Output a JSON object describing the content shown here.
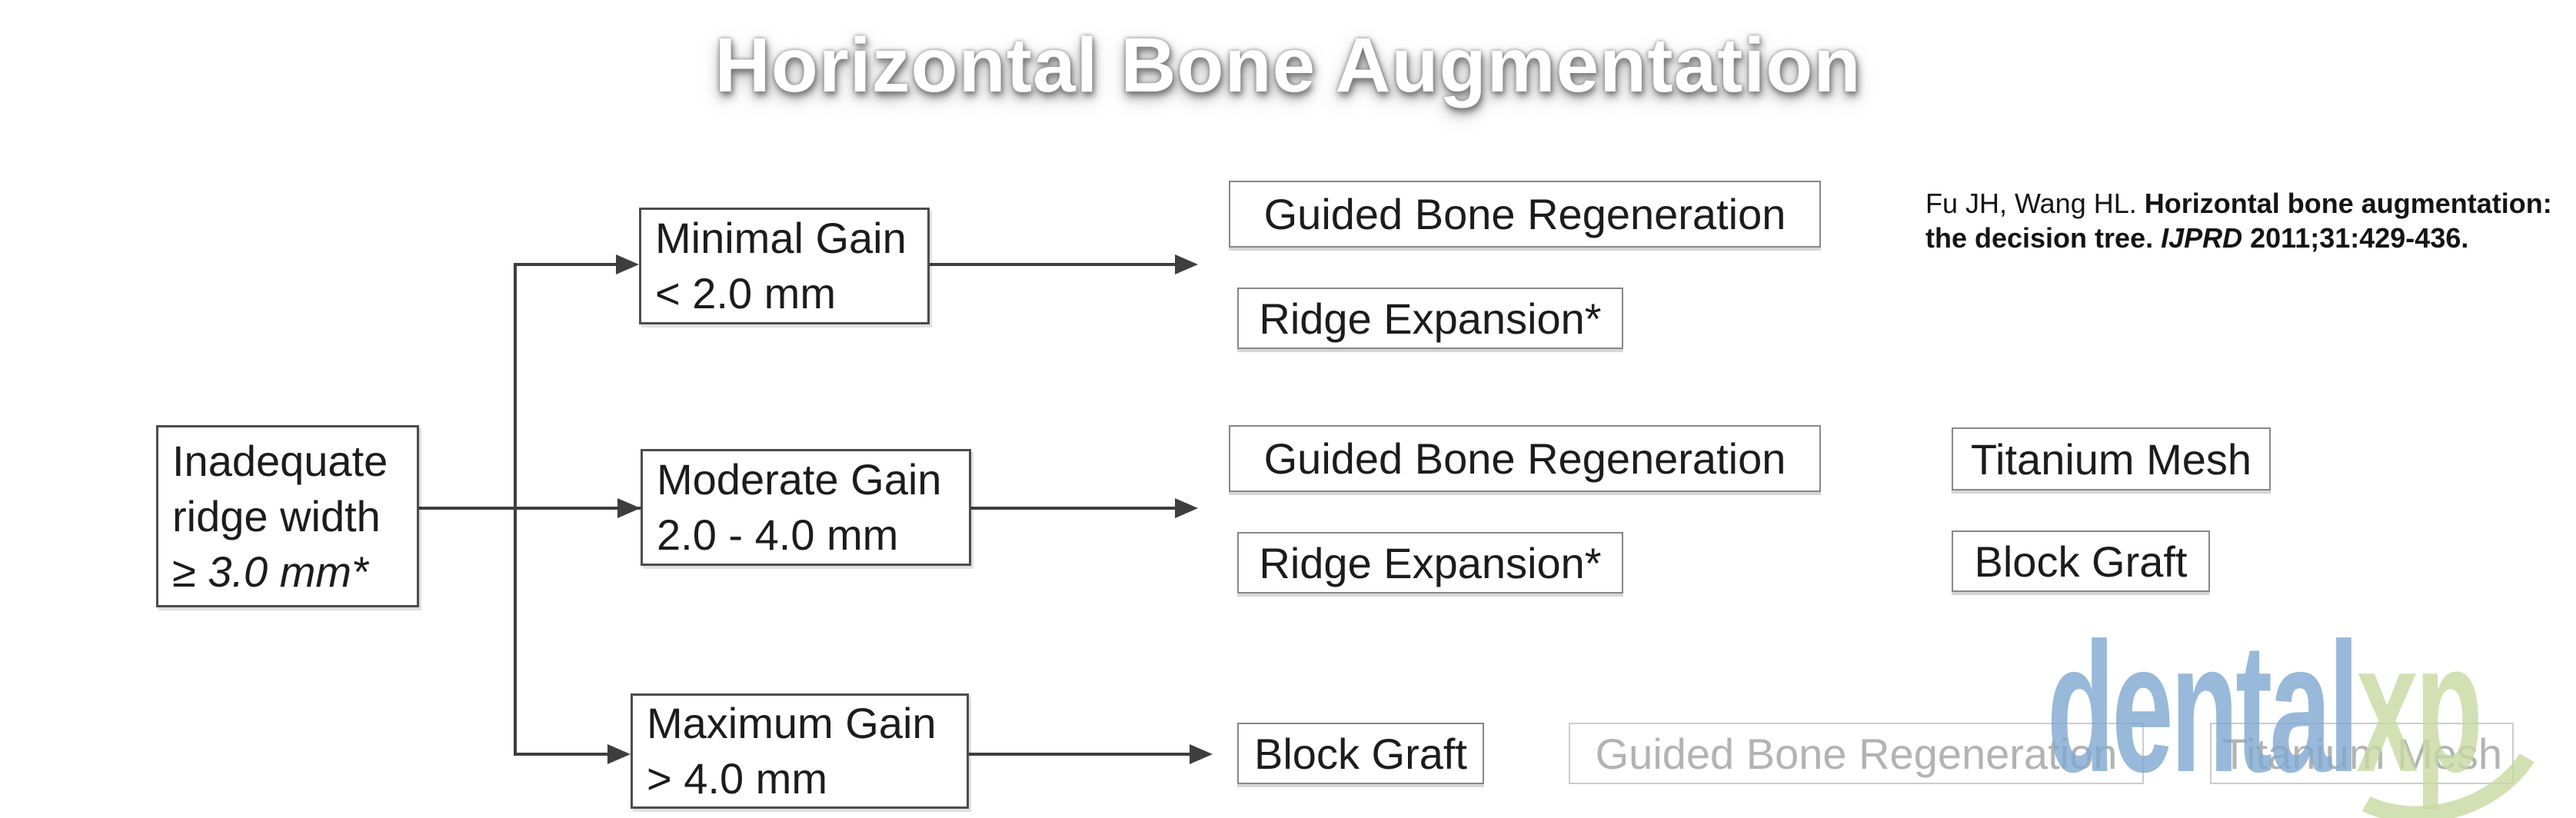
{
  "slide": {
    "title": "Horizontal Bone Augmentation"
  },
  "citation": {
    "authors": "Fu JH, Wang HL. ",
    "work_title_line1": "Horizontal bone augmentation:",
    "work_title_line2": "the decision tree. ",
    "journal": "IJPRD",
    "volume": " 2011;31:429-436."
  },
  "tree": {
    "root": {
      "line1": "Inadequate",
      "line2": "ridge width",
      "line3": "≥ 3.0 mm*"
    },
    "branches": {
      "minimal": {
        "line1": "Minimal Gain",
        "line2": "< 2.0 mm"
      },
      "moderate": {
        "line1": "Moderate Gain",
        "line2": "2.0 - 4.0 mm"
      },
      "maximum": {
        "line1": "Maximum Gain",
        "line2": "> 4.0 mm"
      }
    },
    "outcomes": {
      "minimal_gbr": "Guided Bone Regeneration",
      "minimal_ridge_expansion": "Ridge Expansion*",
      "moderate_gbr": "Guided Bone Regeneration",
      "moderate_ridge_expansion": "Ridge Expansion*",
      "moderate_titanium_mesh": "Titanium Mesh",
      "moderate_block_graft": "Block Graft",
      "maximum_block_graft": "Block Graft",
      "maximum_gbr_faded": "Guided Bone Regeneration",
      "maximum_titanium_mesh_faded": "Titanium Mesh"
    }
  },
  "watermark": {
    "brand_primary": "dental",
    "brand_suffix": "xp"
  },
  "colors": {
    "background": "#ffffff",
    "decision_box_border": "#4c4c4c",
    "outcome_box_border": "#878787",
    "faded_box_border": "#cccccc",
    "faded_text": "#b3b3b3",
    "text": "#1c1c1c",
    "connector": "#3e3e3e",
    "watermark_blue": "#7fa8d0",
    "watermark_green": "#c9d9a2"
  }
}
